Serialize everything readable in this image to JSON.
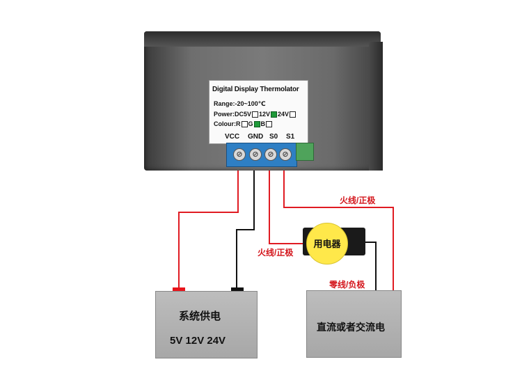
{
  "device": {
    "title": "Digital Display Thermolator",
    "range_label": "Range:-20~100℃",
    "power_label": "Power:",
    "power_options": [
      "DC5V",
      "12V",
      "24V"
    ],
    "power_selected": "12V",
    "colour_label": "Colour:",
    "colour_options": [
      "R",
      "G",
      "B"
    ],
    "colour_selected": "G",
    "pins": [
      "VCC",
      "GND",
      "S0",
      "S1"
    ]
  },
  "appliance": {
    "label": "用电器"
  },
  "wire_labels": {
    "live_top": "火线/正极",
    "live_left": "火线/正极",
    "neutral": "零线/负极"
  },
  "supply_box": {
    "title": "系统供电",
    "voltages": "5V 12V 24V"
  },
  "load_box": {
    "title": "直流或者交流电"
  },
  "colors": {
    "wire_red": "#e01b22",
    "wire_black": "#111111",
    "terminal_blue": "#2e7fc4",
    "checkbox_on": "#1f9a3a",
    "appliance_yellow": "#ffe84a"
  }
}
